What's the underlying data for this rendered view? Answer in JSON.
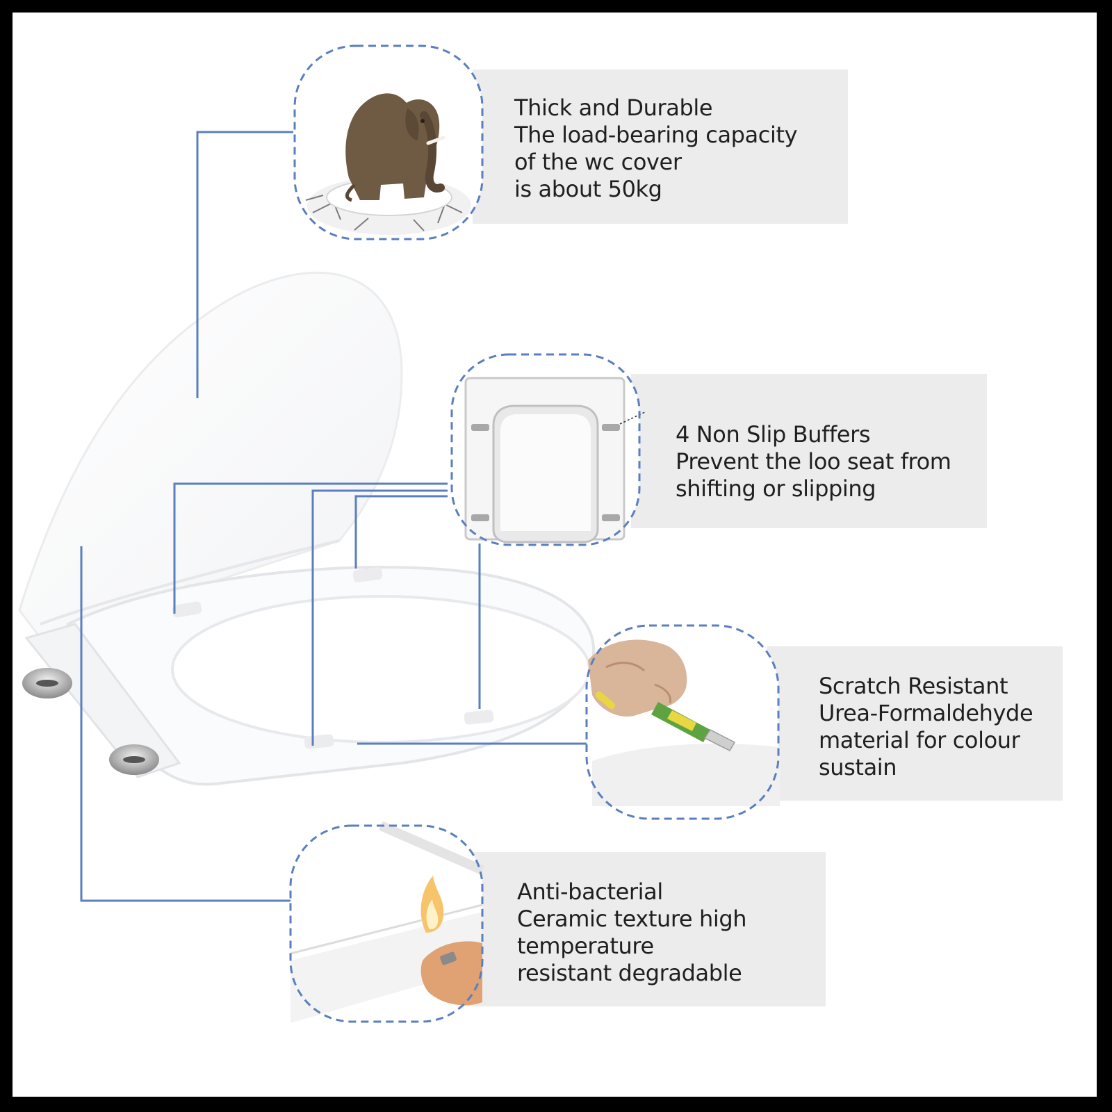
{
  "features": [
    {
      "id": "durable",
      "title": "Thick and Durable",
      "lines": [
        "The load-bearing capacity",
        "of the wc cover",
        "is about 50kg"
      ],
      "icon": "elephant-on-seat-icon"
    },
    {
      "id": "buffers",
      "title": "4 Non Slip Buffers",
      "lines": [
        "Prevent the loo seat from",
        "shifting or slipping"
      ],
      "icon": "seat-underside-buffers-icon"
    },
    {
      "id": "scratch",
      "title": "Scratch Resistant",
      "lines": [
        "Urea-Formaldehyde",
        "material for colour",
        "sustain"
      ],
      "icon": "knife-scratch-icon"
    },
    {
      "id": "antibacterial",
      "title": "Anti-bacterial",
      "lines": [
        "Ceramic texture high",
        "temperature",
        "resistant degradable"
      ],
      "icon": "flame-test-icon"
    }
  ],
  "colors": {
    "frame": "#000000",
    "background": "#ffffff",
    "panel": "#ececec",
    "connector": "#5a7fbf",
    "bubble_border": "#5a7fbf",
    "text": "#1f1f1f"
  }
}
